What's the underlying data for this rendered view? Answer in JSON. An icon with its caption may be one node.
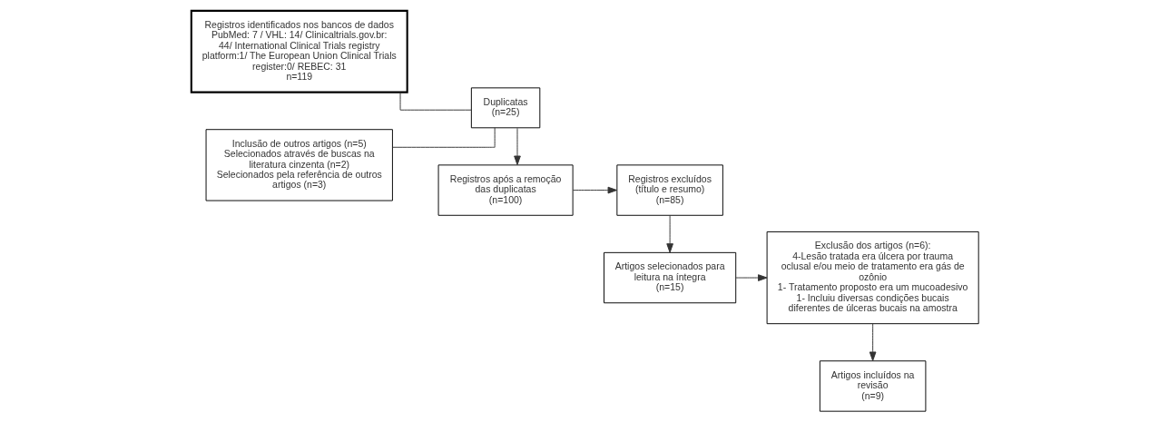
{
  "diagram": {
    "nodes": [
      {
        "text": [
          "Registros identificados nos bancos de dados PubMed: 7 / VHL: 14/ Clinicaltrials.gov.br: 44/ International Clinical Trials registry platform:1/ The European Union Clinical Trials register:0/ REBEC: 31",
          "n=119"
        ]
      },
      {
        "text": [
          "Duplicatas",
          "(n=25)"
        ]
      },
      {
        "text": [
          "Registros excluídos (título e resumo)",
          "(n=85)"
        ]
      },
      {
        "text": [
          "Exclusão dos artigos (n=6):",
          "4-Lesão tratada era úlcera por trauma oclusal e/ou meio de tratamento era gás de ozônio",
          "1- Tratamento proposto era um mucoadesivo",
          "1- Incluiu diversas condições bucais diferentes de úlceras bucais na amostra"
        ]
      },
      {
        "text": [
          "Inclusão de outros artigos (n=5)",
          "Selecionados através de buscas na literatura cinzenta (n=2)",
          "Selecionados pela referência de outros artigos (n=3)"
        ]
      },
      {
        "text": [
          "Registros após a remoção das duplicatas",
          "(n=100)"
        ]
      },
      {
        "text": [
          "Artigos selecionados para leitura na íntegra",
          "(n=15)"
        ]
      },
      {
        "text": [
          "Artigos incluídos na revisão",
          "(n=9)"
        ]
      }
    ],
    "edges": [
      {
        "from": 0,
        "to": 1,
        "arrow": "none"
      },
      {
        "from": 4,
        "to": 1,
        "arrow": "none"
      },
      {
        "from": 1,
        "to": 5,
        "arrow": "to"
      },
      {
        "from": 5,
        "to": 2,
        "arrow": "to"
      },
      {
        "from": 2,
        "to": 6,
        "arrow": "to"
      },
      {
        "from": 6,
        "to": 3,
        "arrow": "to"
      },
      {
        "from": 3,
        "to": 7,
        "arrow": "to"
      }
    ]
  }
}
